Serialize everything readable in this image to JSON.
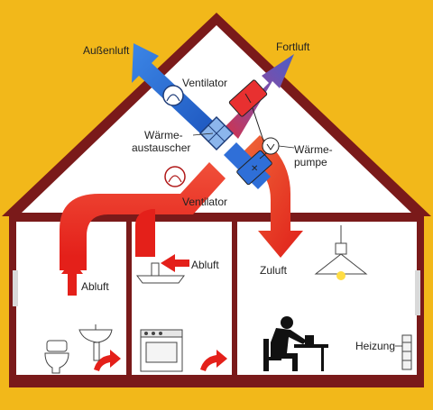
{
  "labels": {
    "aussenluft": "Außenluft",
    "fortluft": "Fortluft",
    "ventilator_top": "Ventilator",
    "waermetauscher_1": "Wärme-",
    "waermetauscher_2": "austauscher",
    "waermepumpe_1": "Wärme-",
    "waermepumpe_2": "pumpe",
    "ventilator_bottom": "Ventilator",
    "abluft_left": "Abluft",
    "abluft_mid": "Abluft",
    "zuluft": "Zuluft",
    "heizung": "Heizung"
  },
  "colors": {
    "background": "#f2b81a",
    "house_wall": "#7a1a1a",
    "house_fill": "#ffffff",
    "exhaust_air": "#e8281c",
    "outside_air": "#2f6fd8",
    "exhaust_out": "#6a4fa8",
    "text": "#222222"
  },
  "icons": [
    "fan-icon",
    "heat-exchanger-icon",
    "heat-pump-icon",
    "toilet-icon",
    "sink-icon",
    "stove-icon",
    "range-hood-icon",
    "ceiling-lamp-icon",
    "person-at-desk-icon",
    "radiator-icon"
  ]
}
